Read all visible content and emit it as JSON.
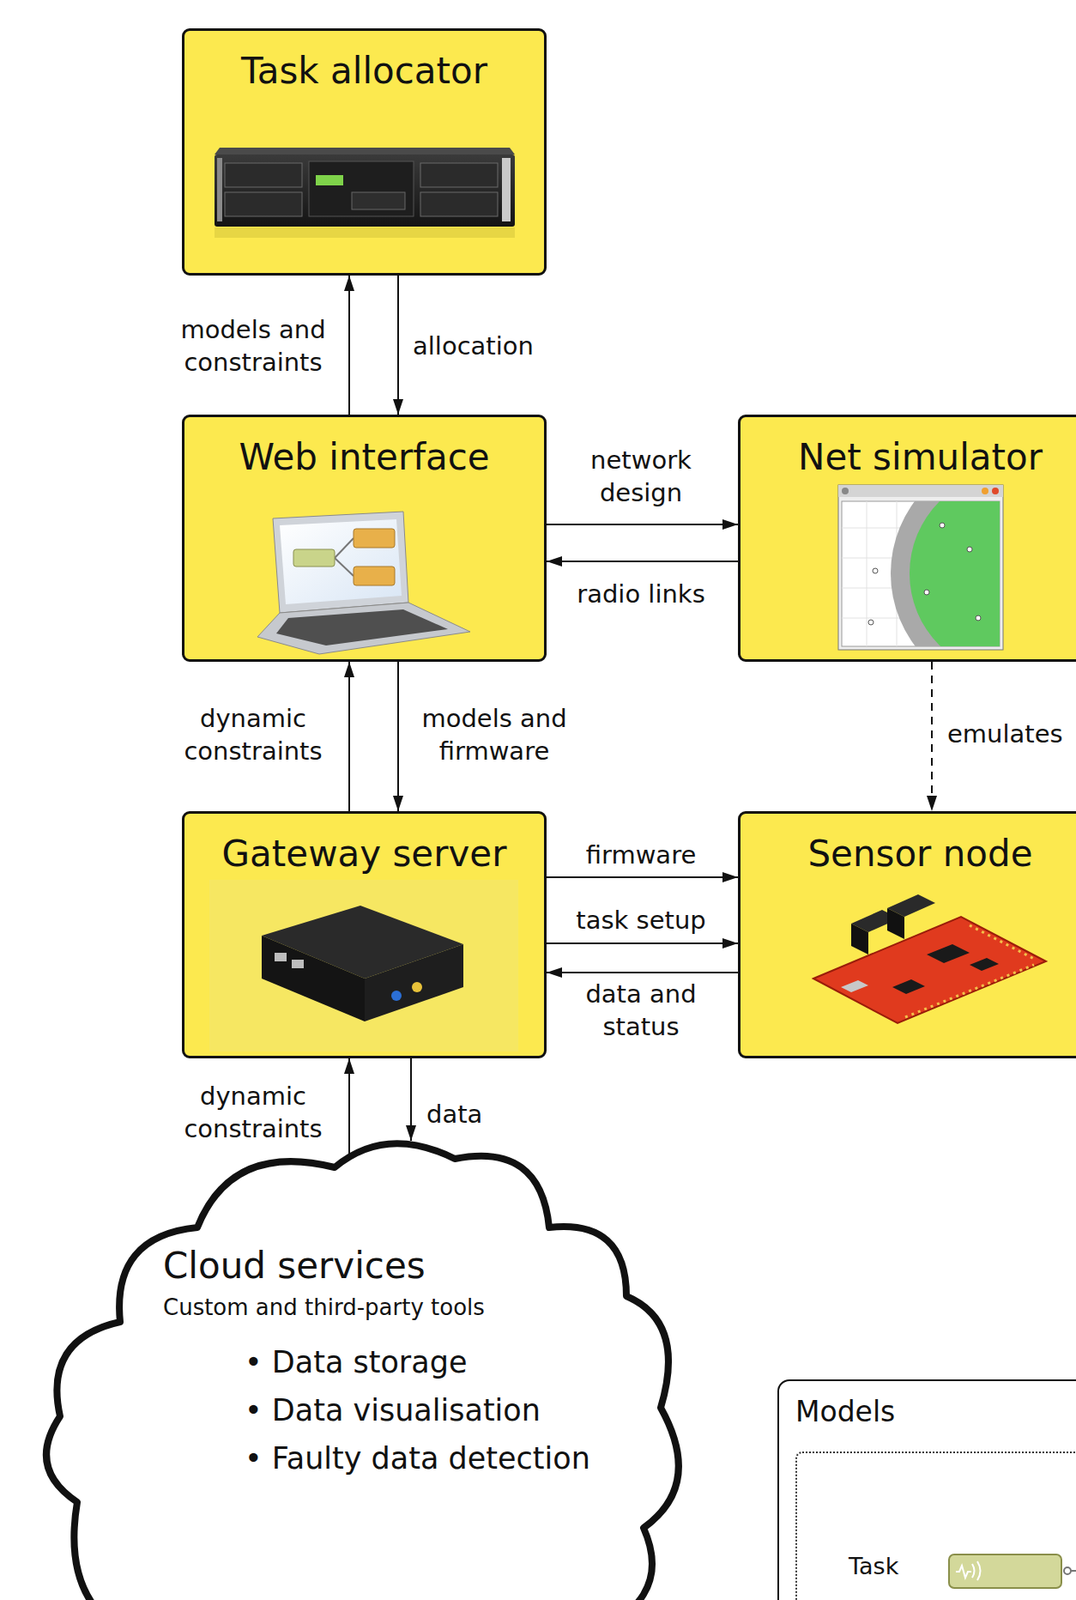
{
  "diagram": {
    "nodes": [
      {
        "text": [
          "Task allocator"
        ]
      },
      {
        "text": [
          "Web interface"
        ]
      },
      {
        "text": [
          "Net simulator"
        ]
      },
      {
        "text": [
          "Gateway server"
        ]
      },
      {
        "text": [
          "Sensor node"
        ]
      },
      {
        "text": [
          "Cloud services",
          "Custom and third-party tools",
          "• Data storage",
          "• Data visualisation",
          "• Faulty data detection"
        ]
      },
      {
        "text": [
          "Models"
        ]
      },
      {
        "text": [
          "Task"
        ],
        "in": 6
      }
    ],
    "edges": [
      {
        "from": 1,
        "to": 0,
        "label": "models and constraints",
        "arrow": "to"
      },
      {
        "from": 0,
        "to": 1,
        "label": "allocation",
        "arrow": "to"
      },
      {
        "from": 1,
        "to": 2,
        "label": "network design",
        "arrow": "to"
      },
      {
        "from": 2,
        "to": 1,
        "label": "radio links",
        "arrow": "to"
      },
      {
        "from": 2,
        "to": 4,
        "label": "emulates",
        "arrow": "to"
      },
      {
        "from": 3,
        "to": 1,
        "label": "dynamic constraints",
        "arrow": "to"
      },
      {
        "from": 1,
        "to": 3,
        "label": "models and firmware",
        "arrow": "to"
      },
      {
        "from": 3,
        "to": 4,
        "label": "firmware",
        "arrow": "to"
      },
      {
        "from": 3,
        "to": 4,
        "label": "task setup",
        "arrow": "to"
      },
      {
        "from": 4,
        "to": 3,
        "label": "data and status",
        "arrow": "to"
      },
      {
        "from": 5,
        "to": 3,
        "label": "dynamic constraints",
        "arrow": "to"
      },
      {
        "from": 3,
        "to": 5,
        "label": "data",
        "arrow": "to"
      }
    ]
  }
}
